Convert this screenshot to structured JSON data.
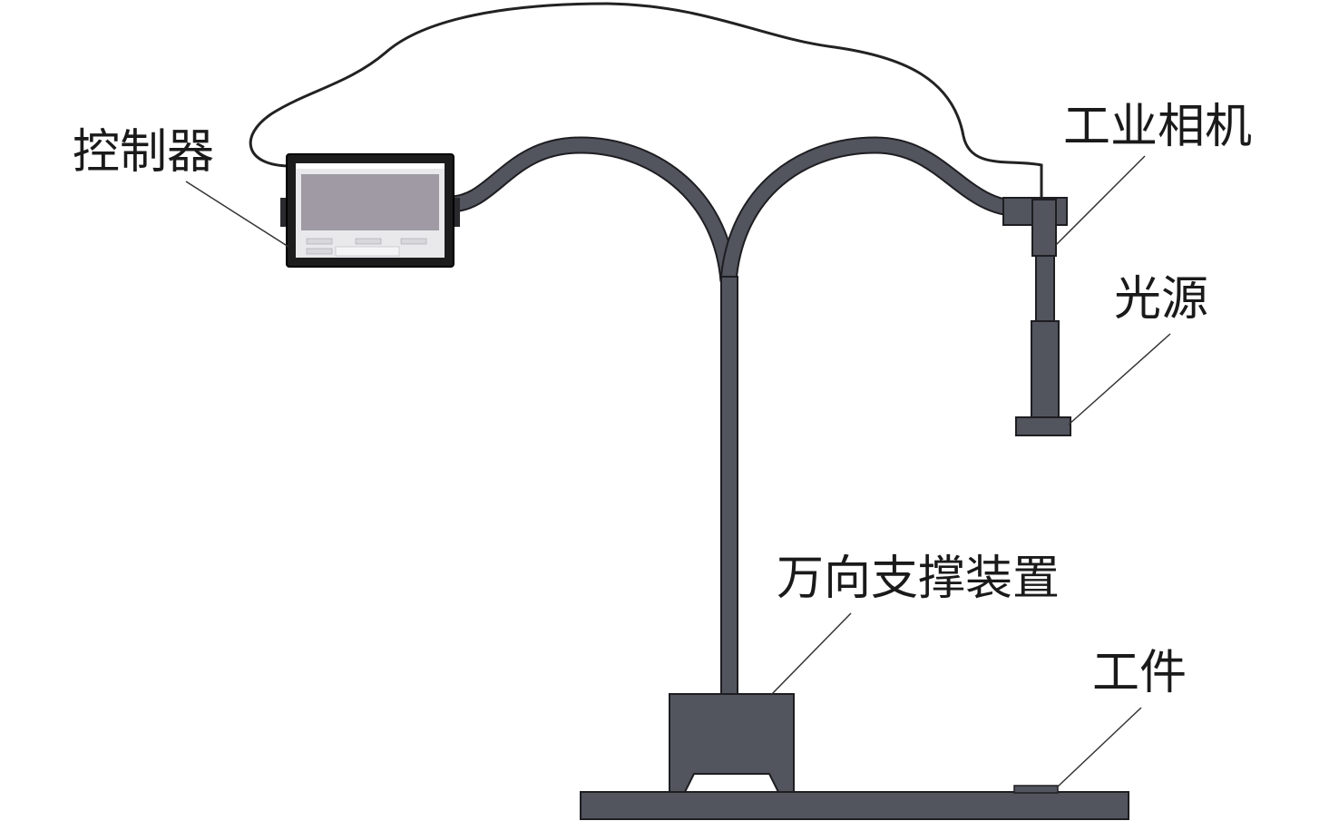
{
  "labels": {
    "controller": "控制器",
    "industrial_camera": "工业相机",
    "light_source": "光源",
    "universal_support": "万向支撑装置",
    "workpiece": "工件"
  },
  "colors": {
    "structure_fill": "#52555e",
    "structure_stroke": "#1e1e22",
    "cable": "#222222",
    "leader_line": "#333333",
    "label_text": "#1a1a1a",
    "screen_tint": "#a89aa9"
  }
}
